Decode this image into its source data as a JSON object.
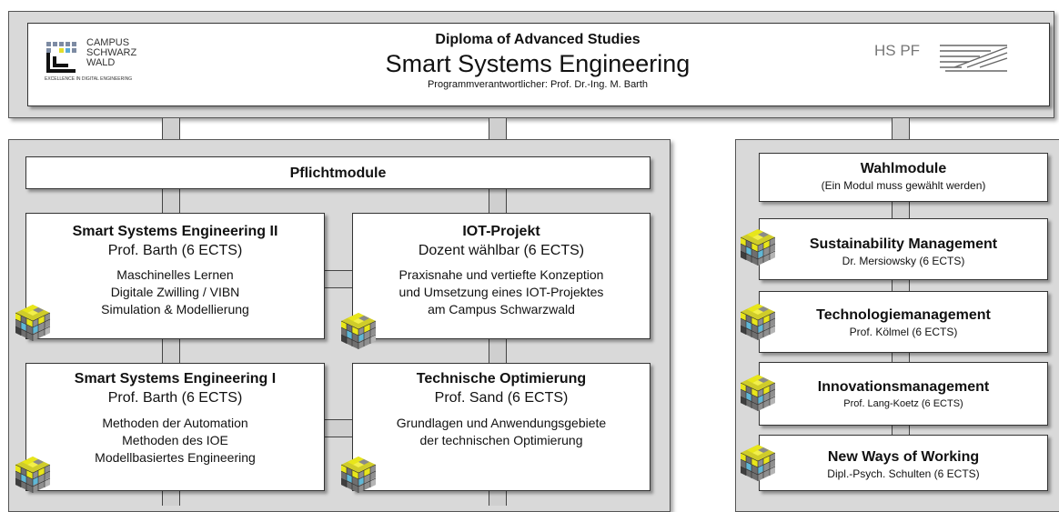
{
  "header": {
    "logo_left_lines": [
      "CAMPUS",
      "SCHWARZ",
      "WALD"
    ],
    "logo_left_tagline": "EXCELLENCE IN DIGITAL ENGINEERING",
    "overline": "Diploma of Advanced Studies",
    "title": "Smart Systems Engineering",
    "subtitle": "Programmverantwortlicher: Prof. Dr.-Ing. M. Barth",
    "logo_right_text": "HS PF"
  },
  "pflicht": {
    "label": "Pflichtmodule",
    "modules": [
      {
        "title": "Smart Systems Engineering II",
        "lecturer": "Prof. Barth (6 ECTS)",
        "lines": [
          "Maschinelles Lernen",
          "Digitale Zwilling / VIBN",
          "Simulation & Modellierung"
        ]
      },
      {
        "title": "IOT-Projekt",
        "lecturer": "Dozent wählbar (6 ECTS)",
        "lines": [
          "Praxisnahe und vertiefte Konzeption",
          "und Umsetzung eines IOT-Projektes",
          "am Campus Schwarzwald"
        ]
      },
      {
        "title": "Smart Systems Engineering I",
        "lecturer": "Prof. Barth (6 ECTS)",
        "lines": [
          "Methoden der Automation",
          "Methoden des IOE",
          "Modellbasiertes Engineering"
        ]
      },
      {
        "title": "Technische Optimierung",
        "lecturer": "Prof. Sand (6 ECTS)",
        "lines": [
          "Grundlagen und Anwendungsgebiete",
          "der technischen Optimierung"
        ]
      }
    ]
  },
  "wahl": {
    "label": "Wahlmodule",
    "note": "(Ein Modul muss gewählt werden)",
    "modules": [
      {
        "title": "Sustainability Management",
        "lecturer": "Dr. Mersiowsky (6 ECTS)"
      },
      {
        "title": "Technologiemanagement",
        "lecturer": "Prof. Kölmel (6 ECTS)"
      },
      {
        "title": "Innovationsmanagement",
        "lecturer": "Prof. Lang-Koetz (6 ECTS)"
      },
      {
        "title": "New Ways of Working",
        "lecturer": "Dipl.-Psych. Schulten (6 ECTS)"
      }
    ]
  },
  "colors": {
    "panel": "#d9d9d9",
    "box": "#ffffff",
    "cube_yellow": "#e8e61a",
    "cube_blue": "#5fb7d6",
    "cube_gray": "#8a8a8a"
  },
  "icons": [
    "campus-schwarzwald-logo",
    "hs-pf-logo",
    "module-cube-icon"
  ]
}
